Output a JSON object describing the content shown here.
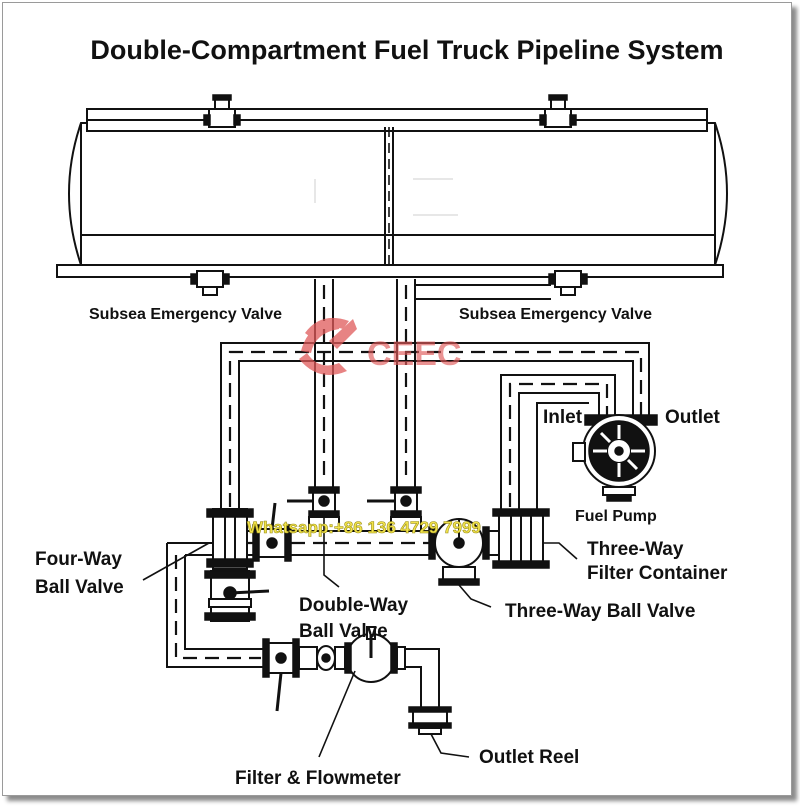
{
  "title": "Double-Compartment Fuel Truck Pipeline System",
  "labels": {
    "subsea_left": "Subsea Emergency Valve",
    "subsea_right": "Subsea Emergency Valve",
    "inlet": "Inlet",
    "outlet": "Outlet",
    "fuel_pump": "Fuel Pump",
    "four_way_line1": "Four-Way",
    "four_way_line2": "Ball Valve",
    "three_way_filter_line1": "Three-Way",
    "three_way_filter_line2": "Filter Container",
    "double_way_line1": "Double-Way",
    "double_way_line2": "Ball Valve",
    "three_way_ball": "Three-Way Ball Valve",
    "filter_flowmeter": "Filter & Flowmeter",
    "outlet_reel": "Outlet Reel"
  },
  "watermark": {
    "brand": "CEEC",
    "whatsapp": "Whatsapp:+86 136 4729 7999",
    "brand_color": "#e05a5a"
  }
}
